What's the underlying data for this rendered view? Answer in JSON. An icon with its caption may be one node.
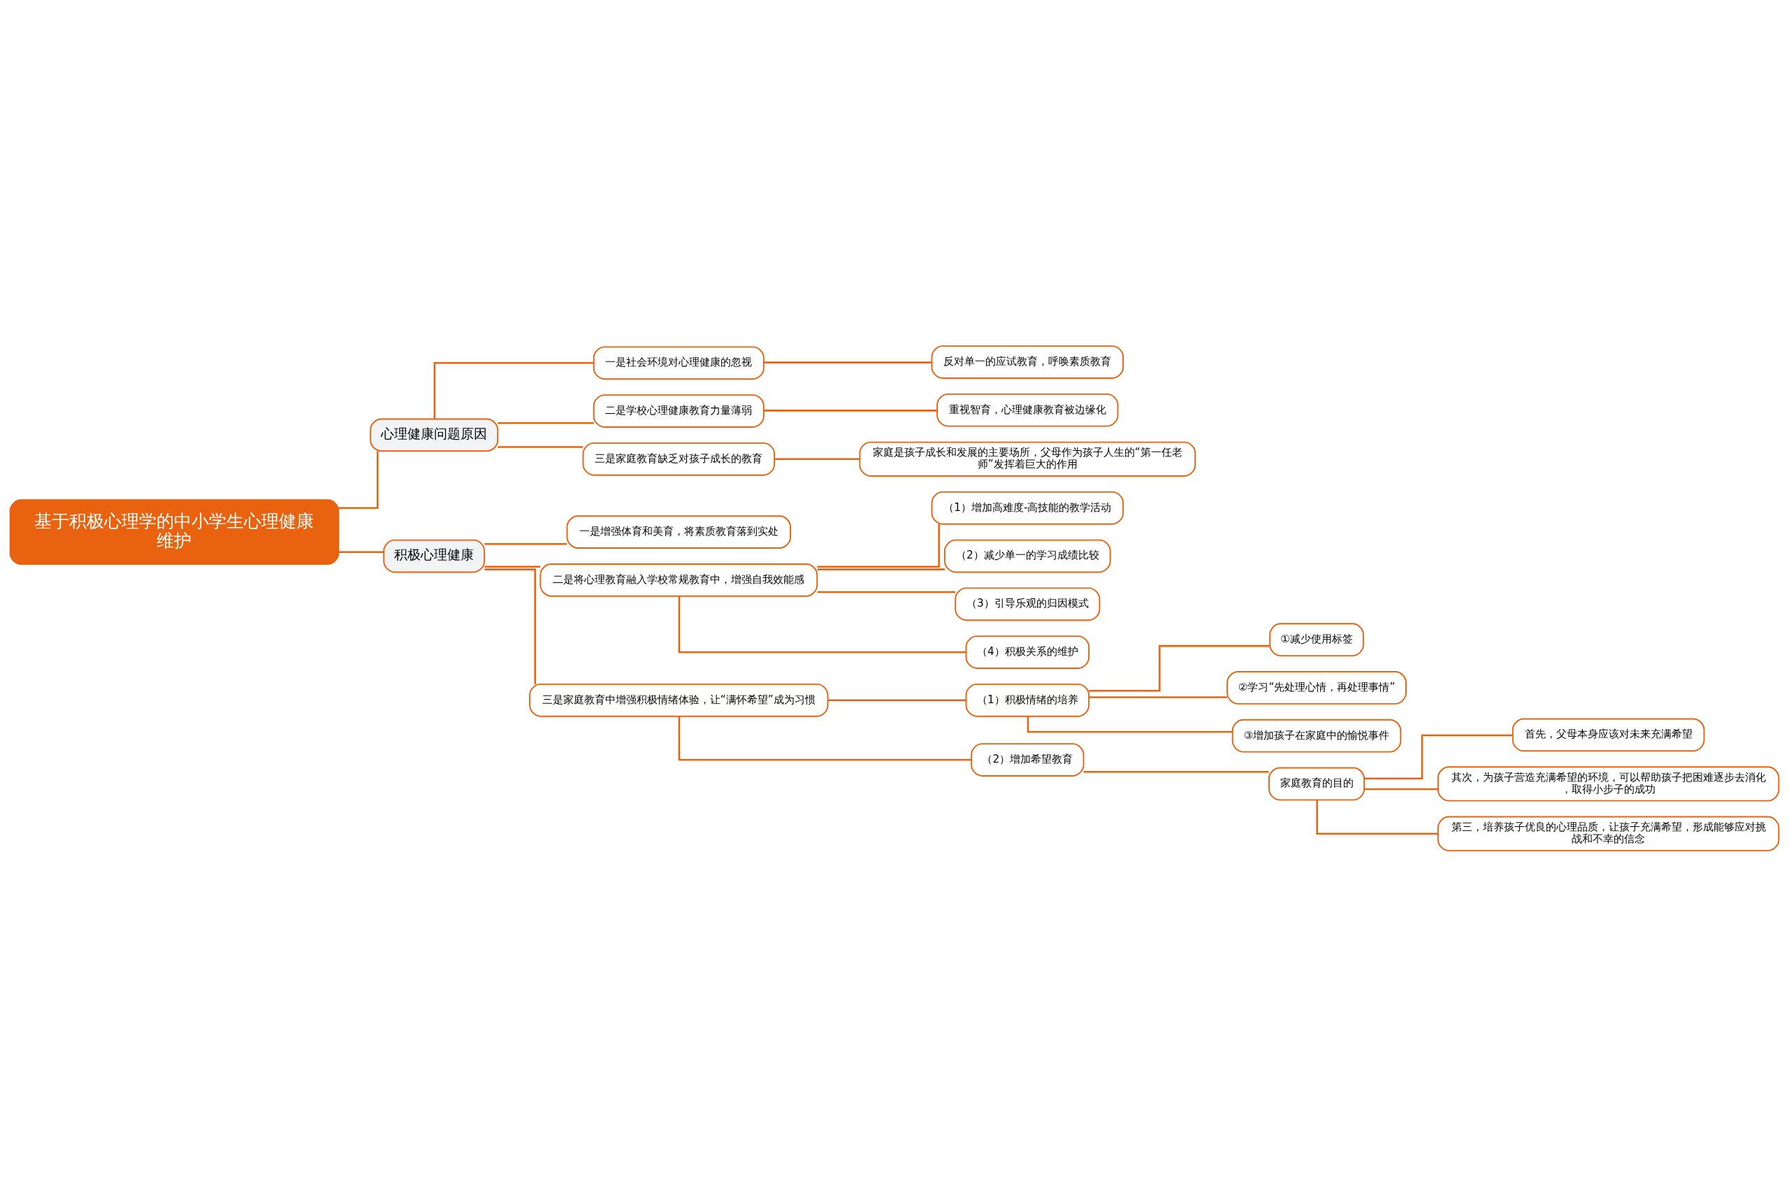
{
  "diagram": {
    "nodes": [
      {
        "text": [
          "基于积极心理学的中小学生心理健康维护"
        ]
      },
      {
        "text": [
          "心理健康问题原因"
        ]
      },
      {
        "text": [
          "一是社会环境对心理健康的忽视"
        ]
      },
      {
        "text": [
          "反对单一的应试教育，呼唤素质教育"
        ]
      },
      {
        "text": [
          "二是学校心理健康教育力量薄弱"
        ]
      },
      {
        "text": [
          "重视智育，心理健康教育被边缘化"
        ]
      },
      {
        "text": [
          "三是家庭教育缺乏对孩子成长的教育"
        ]
      },
      {
        "text": [
          "家庭是孩子成长和发展的主要场所，父母作为孩子人生的“第一任老师”发挥着巨大的作用"
        ]
      },
      {
        "text": [
          "积极心理健康"
        ]
      },
      {
        "text": [
          "一是增强体育和美育，将素质教育落到实处"
        ]
      },
      {
        "text": [
          "二是将心理教育融入学校常规教育中，增强自我效能感"
        ]
      },
      {
        "text": [
          "（1）增加高难度-高技能的教学活动"
        ]
      },
      {
        "text": [
          "（2）减少单一的学习成绩比较"
        ]
      },
      {
        "text": [
          "（3）引导乐观的归因模式"
        ]
      },
      {
        "text": [
          "（4）积极关系的维护"
        ]
      },
      {
        "text": [
          "三是家庭教育中增强积极情绪体验，让“满怀希望”成为习惯"
        ]
      },
      {
        "text": [
          "（1）积极情绪的培养"
        ]
      },
      {
        "text": [
          "①减少使用标签"
        ]
      },
      {
        "text": [
          "②学习“先处理心情，再处理事情”"
        ]
      },
      {
        "text": [
          "③增加孩子在家庭中的愉悦事件"
        ]
      },
      {
        "text": [
          "（2）增加希望教育"
        ]
      },
      {
        "text": [
          "家庭教育的目的"
        ]
      },
      {
        "text": [
          "首先，父母本身应该对未来充满希望"
        ]
      },
      {
        "text": [
          "其次，为孩子营造充满希望的环境，可以帮助孩子把困难逐步去消化，取得小步子的成功"
        ]
      },
      {
        "text": [
          "第三，培养孩子优良的心理品质，让孩子充满希望，形成能够应对挑战和不幸的信念"
        ]
      }
    ],
    "edges": [
      {
        "from": 0,
        "to": 1,
        "arrow": "none"
      },
      {
        "from": 1,
        "to": 2,
        "arrow": "none"
      },
      {
        "from": 2,
        "to": 3,
        "arrow": "none"
      },
      {
        "from": 1,
        "to": 4,
        "arrow": "none"
      },
      {
        "from": 4,
        "to": 5,
        "arrow": "none"
      },
      {
        "from": 1,
        "to": 6,
        "arrow": "none"
      },
      {
        "from": 6,
        "to": 7,
        "arrow": "none"
      },
      {
        "from": 0,
        "to": 8,
        "arrow": "none"
      },
      {
        "from": 8,
        "to": 9,
        "arrow": "none"
      },
      {
        "from": 8,
        "to": 10,
        "arrow": "none"
      },
      {
        "from": 10,
        "to": 11,
        "arrow": "none"
      },
      {
        "from": 10,
        "to": 12,
        "arrow": "none"
      },
      {
        "from": 10,
        "to": 13,
        "arrow": "none"
      },
      {
        "from": 10,
        "to": 14,
        "arrow": "none"
      },
      {
        "from": 8,
        "to": 15,
        "arrow": "none"
      },
      {
        "from": 15,
        "to": 16,
        "arrow": "none"
      },
      {
        "from": 16,
        "to": 17,
        "arrow": "none"
      },
      {
        "from": 16,
        "to": 18,
        "arrow": "none"
      },
      {
        "from": 16,
        "to": 19,
        "arrow": "none"
      },
      {
        "from": 15,
        "to": 20,
        "arrow": "none"
      },
      {
        "from": 20,
        "to": 21,
        "arrow": "none"
      },
      {
        "from": 21,
        "to": 22,
        "arrow": "none"
      },
      {
        "from": 21,
        "to": 23,
        "arrow": "none"
      },
      {
        "from": 21,
        "to": 24,
        "arrow": "none"
      }
    ]
  }
}
